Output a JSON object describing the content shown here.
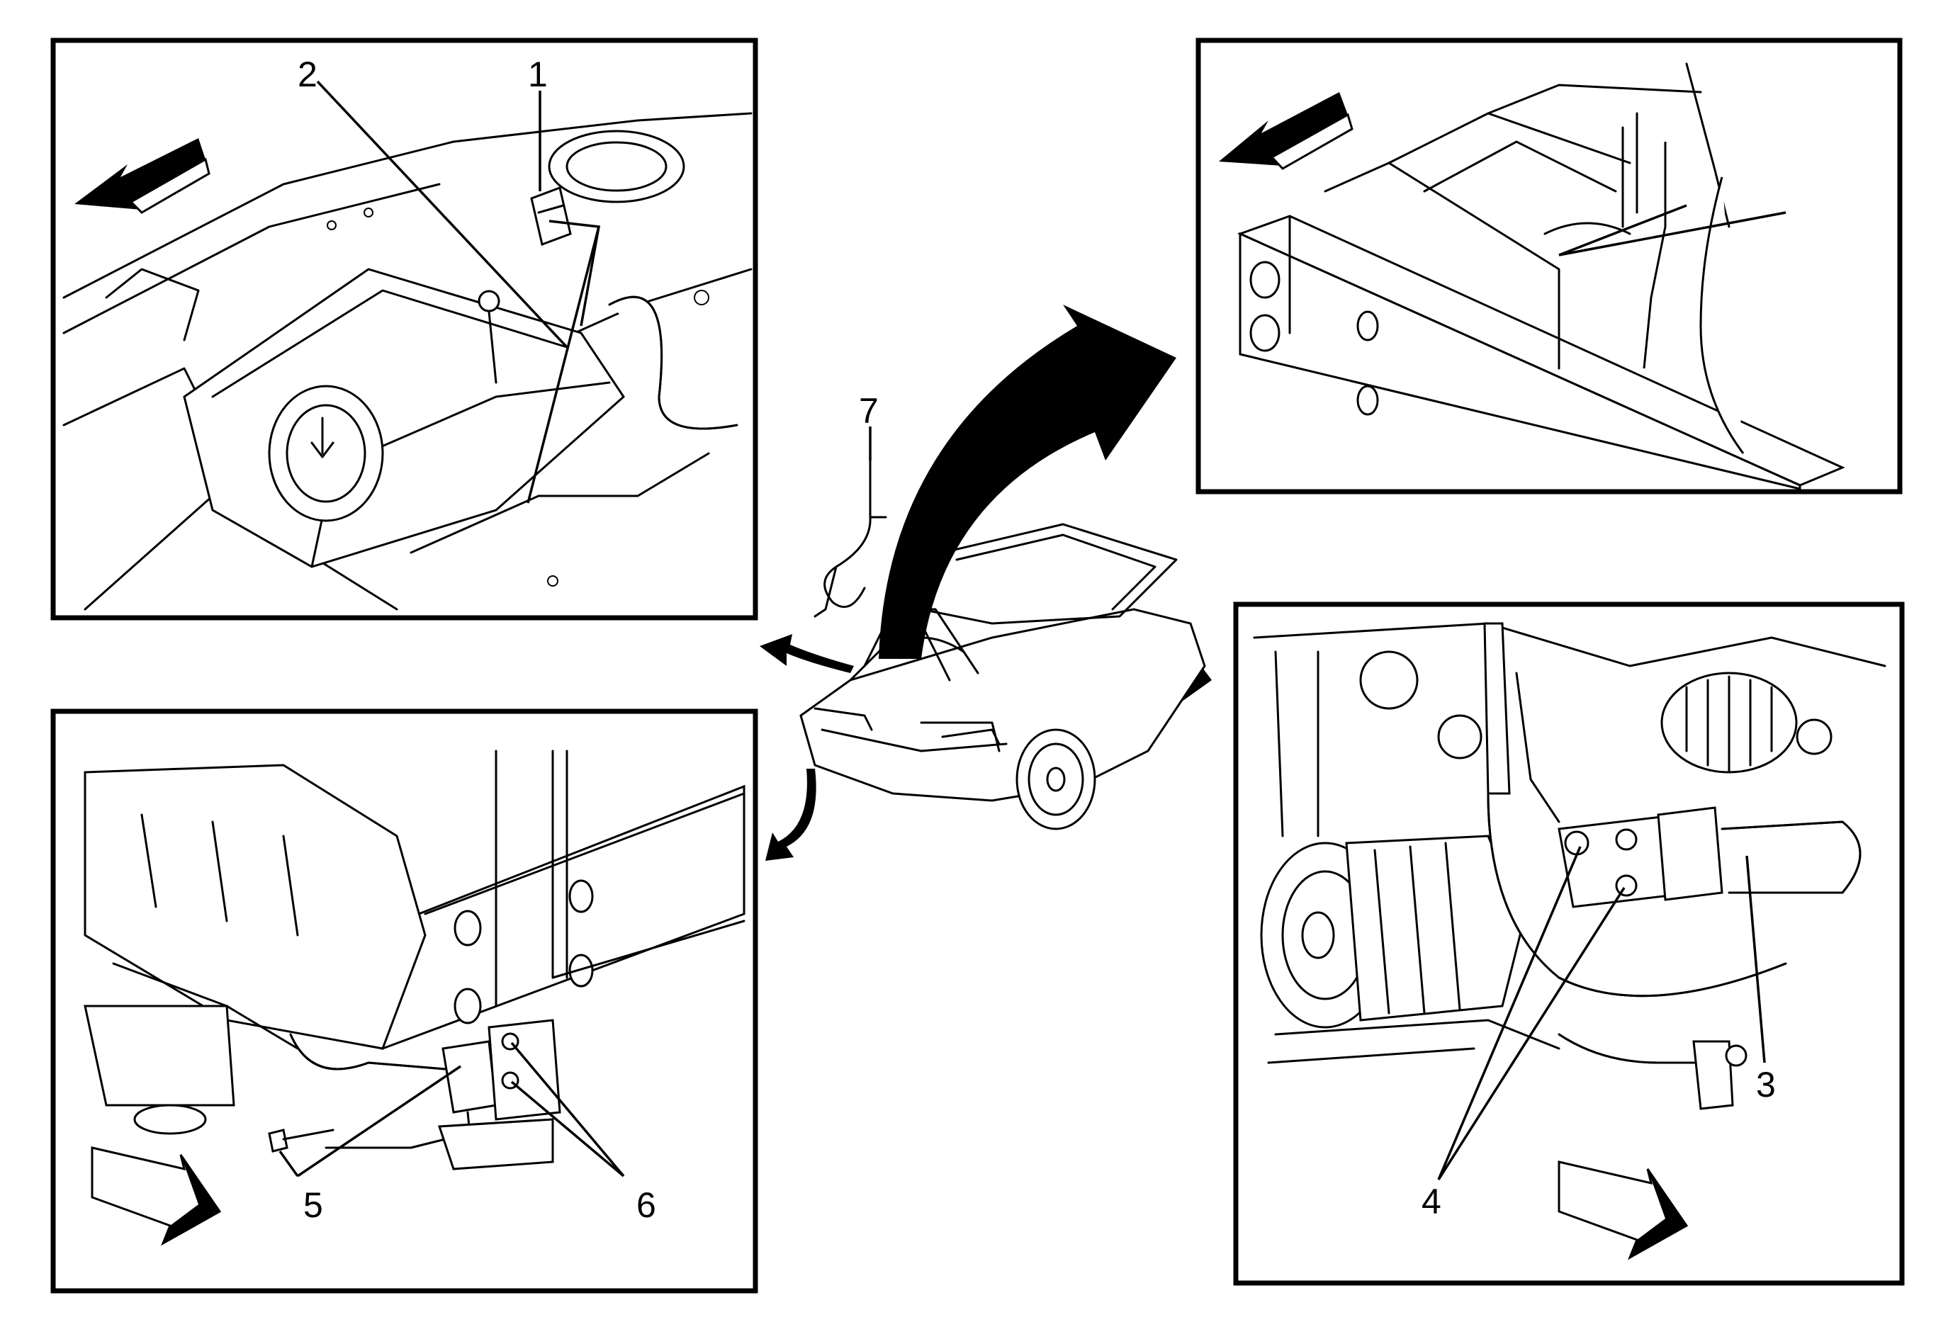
{
  "callouts": {
    "c1": "1",
    "c2": "2",
    "c3": "3",
    "c4": "4",
    "c5": "5",
    "c6": "6",
    "c7": "7"
  },
  "icons": {
    "direction_arrow": "front-direction-arrow-icon",
    "view_arrow": "view-pointer-arrow-icon"
  },
  "colors": {
    "line": "#000000",
    "background": "#ffffff",
    "shade": "#d8d8d8"
  }
}
